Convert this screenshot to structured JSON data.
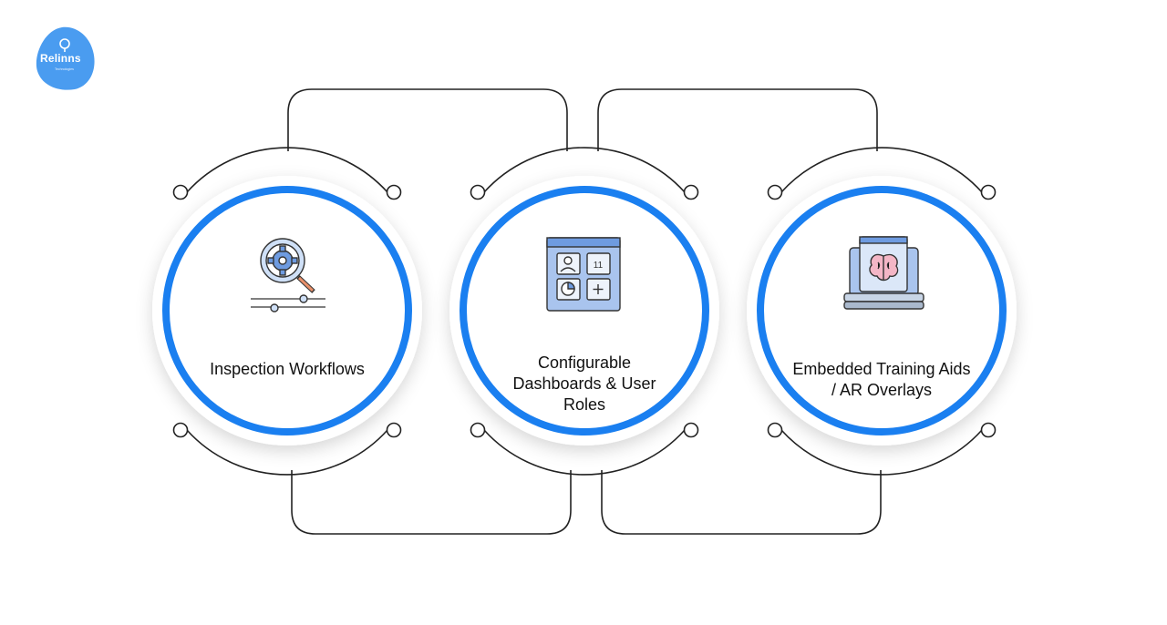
{
  "logo": {
    "text": "Relinns",
    "subtext": "Technologies"
  },
  "colors": {
    "accent": "#1a7ff0",
    "line": "#222222",
    "icon_blue": "#6e9be0"
  },
  "items": [
    {
      "label": "Inspection Workflows",
      "icon": "gear-magnifier-icon"
    },
    {
      "label": "Configurable Dashboards & User Roles",
      "icon": "dashboard-grid-icon"
    },
    {
      "label": "Embedded Training Aids / AR Overlays",
      "icon": "laptop-brain-icon"
    }
  ]
}
